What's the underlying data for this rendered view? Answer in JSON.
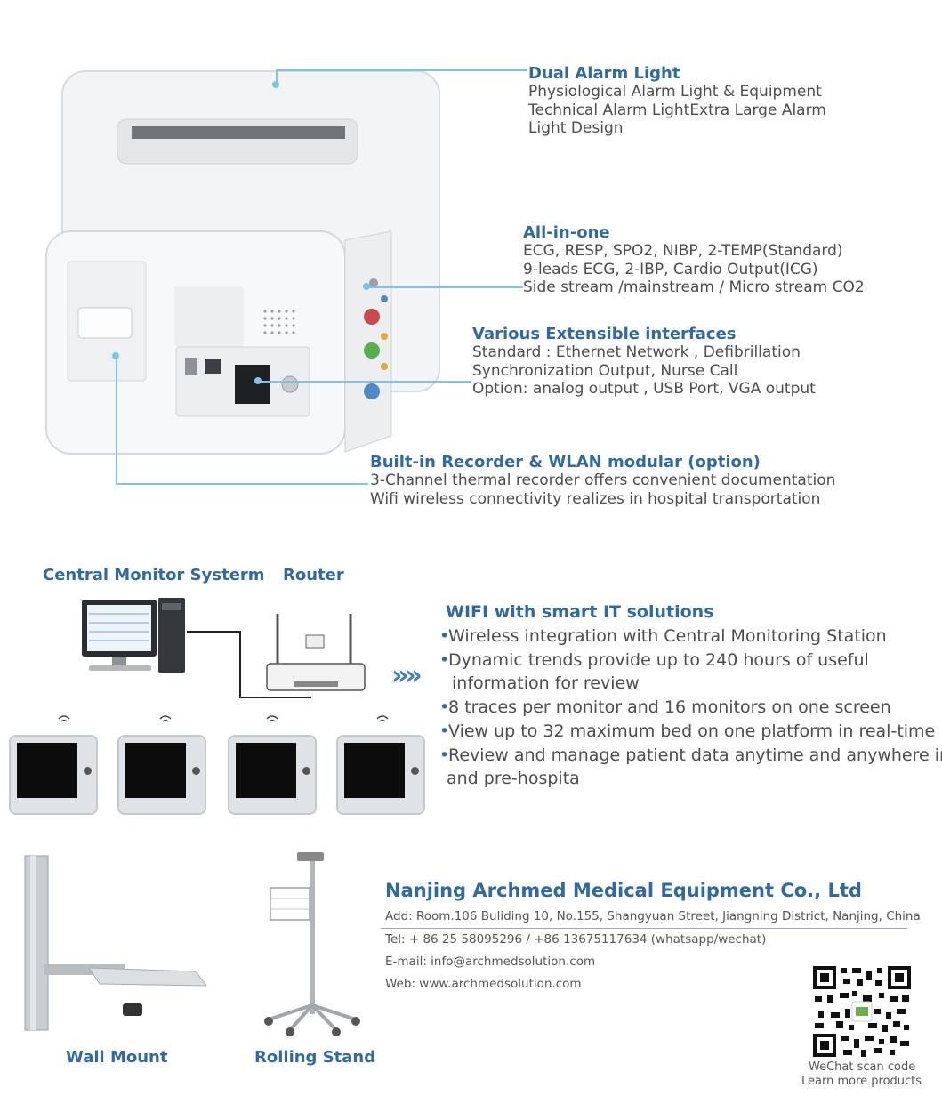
{
  "callouts": [
    {
      "title": "Dual Alarm Light",
      "lines": [
        "Physiological Alarm Light & Equipment",
        "Technical Alarm LightExtra Large Alarm",
        "Light Design"
      ]
    },
    {
      "title": "All-in-one",
      "lines": [
        "ECG, RESP, SPO2, NIBP, 2-TEMP(Standard)",
        "9-leads ECG, 2-IBP, Cardio Output(ICG)",
        "Side stream /mainstream / Micro stream  CO2"
      ]
    },
    {
      "title": "Various Extensible interfaces",
      "lines": [
        "Standard : Ethernet Network , Defibrillation",
        "Synchronization Output, Nurse Call",
        "Option: analog output , USB Port, VGA output"
      ]
    },
    {
      "title": "Built-in Recorder & WLAN modular (option)",
      "lines": [
        "3-Channel thermal recorder offers convenient documentation",
        "Wifi wireless connectivity realizes in hospital transportation"
      ]
    }
  ],
  "network": {
    "central_label": "Central Monitor Systerm",
    "router_label": "Router",
    "wifi_title": "WIFI with smart IT solutions",
    "bullets": [
      "Wireless integration with Central Monitoring Station",
      "Dynamic trends provide up to 240 hours of useful",
      "information for review",
      "8 traces per monitor and 16 monitors on one screen",
      "View up to 32 maximum bed on one platform in real-time",
      "Review and manage patient data anytime and anywhere in",
      "and pre-hospita"
    ],
    "arrows": "»»"
  },
  "accessories": {
    "wall_mount": "Wall Mount",
    "rolling_stand": "Rolling Stand"
  },
  "company": {
    "name": "Nanjing Archmed Medical Equipment Co., Ltd",
    "address": "Add: Room.106 Buliding 10, No.155, Shangyuan Street, Jiangning District, Nanjing, China",
    "tel": "Tel: + 86 25 58095296 / +86 13675117634 (whatsapp/wechat)",
    "email": "E-mail: info@archmedsolution.com",
    "web": "Web: www.archmedsolution.com",
    "qr_caption_1": "WeChat scan code",
    "qr_caption_2": "Learn more products"
  },
  "colors": {
    "accent": "#2f6aa8",
    "leader": "#7fc3e6",
    "text": "#4d4d4d"
  }
}
